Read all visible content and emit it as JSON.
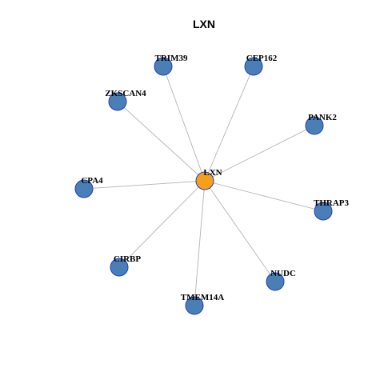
{
  "title": "LXN",
  "colors": {
    "center_node": "#f5a01a",
    "center_stroke": "#8b4a2b",
    "leaf_node": "#4a7fb5",
    "leaf_stroke": "#1f3fbf",
    "edge": "#b4b4b4"
  },
  "network": {
    "center": {
      "id": "LXN",
      "label": "LXN"
    },
    "nodes": [
      {
        "id": "TRIM39",
        "label": "TRIM39"
      },
      {
        "id": "CEP162",
        "label": "CEP162"
      },
      {
        "id": "ZKSCAN4",
        "label": "ZKSCAN4"
      },
      {
        "id": "PANK2",
        "label": "PANK2"
      },
      {
        "id": "CPA4",
        "label": "CPA4"
      },
      {
        "id": "THRAP3",
        "label": "THRAP3"
      },
      {
        "id": "CIRBP",
        "label": "CIRBP"
      },
      {
        "id": "NUDC",
        "label": "NUDC"
      },
      {
        "id": "TMEM14A",
        "label": "TMEM14A"
      }
    ],
    "edges": [
      [
        "LXN",
        "TRIM39"
      ],
      [
        "LXN",
        "CEP162"
      ],
      [
        "LXN",
        "ZKSCAN4"
      ],
      [
        "LXN",
        "PANK2"
      ],
      [
        "LXN",
        "CPA4"
      ],
      [
        "LXN",
        "THRAP3"
      ],
      [
        "LXN",
        "CIRBP"
      ],
      [
        "LXN",
        "NUDC"
      ],
      [
        "LXN",
        "TMEM14A"
      ]
    ]
  }
}
